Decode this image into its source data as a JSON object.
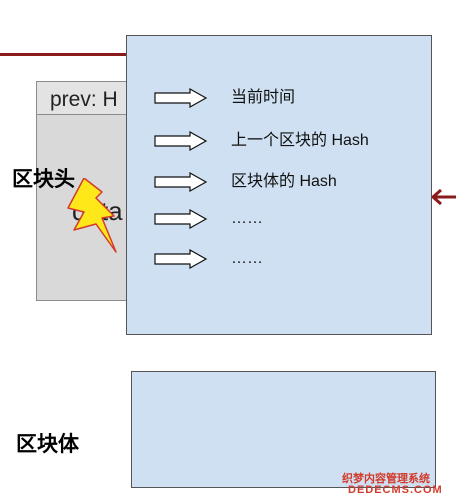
{
  "colors": {
    "panel_fill": "#cfe0f2",
    "panel_border": "#555555",
    "connector_red": "#8b1a1a",
    "grey_block": "#d9d9d9",
    "lightning_fill": "#ffe81a",
    "lightning_stroke": "#d23b2b"
  },
  "background_block": {
    "header_text": "prev: H",
    "body_text": "data"
  },
  "labels": {
    "block_header": "区块头",
    "block_body": "区块体"
  },
  "header_fields": [
    {
      "icon": "right-arrow-icon",
      "text": "当前时间"
    },
    {
      "icon": "right-arrow-icon",
      "text": "上一个区块的 Hash"
    },
    {
      "icon": "right-arrow-icon",
      "text": "区块体的 Hash"
    },
    {
      "icon": "right-arrow-icon",
      "text": "……"
    },
    {
      "icon": "right-arrow-icon",
      "text": "……"
    }
  ],
  "watermark": {
    "line1": "织梦内容管理系统",
    "line2": "DEDECMS.COM"
  }
}
